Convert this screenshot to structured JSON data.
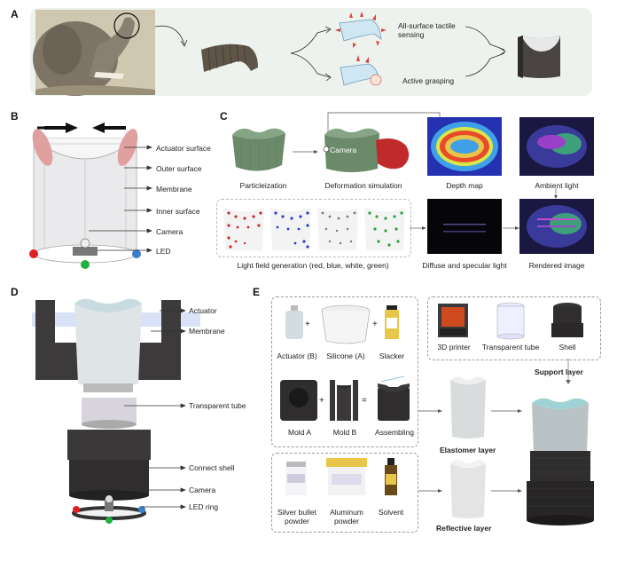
{
  "panels": {
    "a": "A",
    "b": "B",
    "c": "C",
    "d": "D",
    "e": "E"
  },
  "panel_a": {
    "label_tactile": "All-surface tactile sensing",
    "label_grasp": "Active grasping"
  },
  "panel_b": {
    "labels": [
      "Actuator surface",
      "Outer surface",
      "Membrane",
      "Inner surface",
      "Camera",
      "LED"
    ]
  },
  "panel_c": {
    "particleization": "Particleization",
    "deformation": "Deformation simulation",
    "camera": "Camera",
    "depth_map": "Depth map",
    "ambient_light": "Ambient light",
    "light_field": "Light field generation (red, blue, white, green)",
    "diffuse": "Diffuse and specular light",
    "rendered": "Rendered image"
  },
  "panel_d": {
    "labels": [
      "Actuator",
      "Membrane",
      "Transparent tube",
      "Connect shell",
      "Camera",
      "LED ring"
    ]
  },
  "panel_e": {
    "actuator_b": "Actuator (B)",
    "silicone_a": "Silicone (A)",
    "slacker": "Slacker",
    "mold_a": "Mold A",
    "mold_b": "Mold B",
    "assembling": "Assembling",
    "printer": "3D printer",
    "tube": "Transparent tube",
    "shell": "Shell",
    "support_layer": "Support layer",
    "elastomer_layer": "Elastomer layer",
    "silver": "Silver bullet powder",
    "aluminum": "Aluminum powder",
    "solvent": "Solvent",
    "reflective_layer": "Reflective layer",
    "plus": "+",
    "equals": "="
  }
}
